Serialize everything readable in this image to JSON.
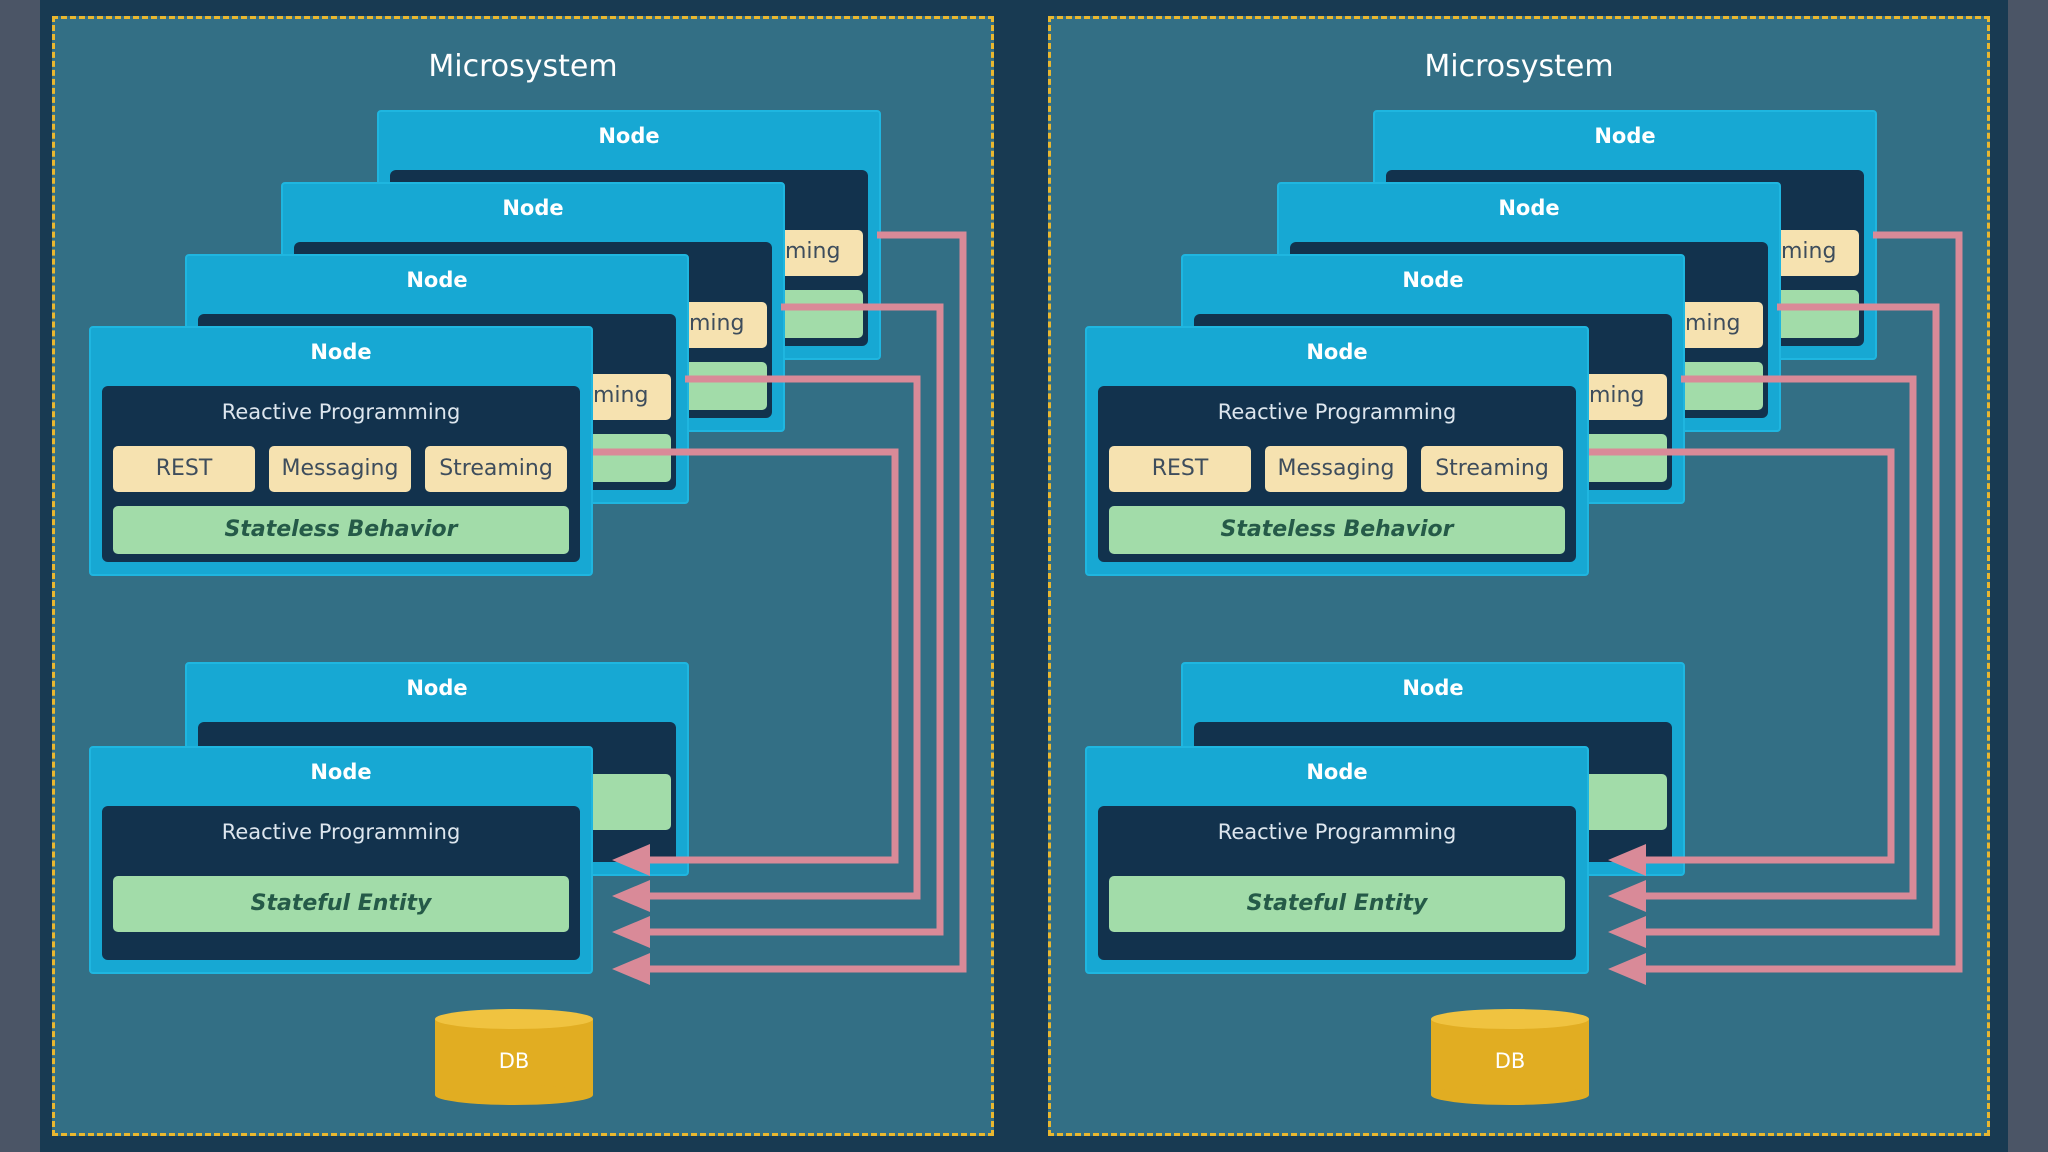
{
  "panels": [
    {
      "title": "Microsystem",
      "stateless_nodes": [
        {
          "title": "Node",
          "partial_label": "ming"
        },
        {
          "title": "Node",
          "partial_label": "ming"
        },
        {
          "title": "Node",
          "partial_label": "ming"
        },
        {
          "title": "Node",
          "subtitle": "Reactive Programming",
          "chips": [
            "REST",
            "Messaging",
            "Streaming"
          ],
          "behavior": "Stateless Behavior"
        }
      ],
      "stateful_nodes": [
        {
          "title": "Node"
        },
        {
          "title": "Node",
          "subtitle": "Reactive Programming",
          "entity": "Stateful Entity"
        }
      ],
      "db_label": "DB"
    },
    {
      "title": "Microsystem",
      "stateless_nodes": [
        {
          "title": "Node",
          "partial_label": "ming"
        },
        {
          "title": "Node",
          "partial_label": "ming"
        },
        {
          "title": "Node",
          "partial_label": "ming"
        },
        {
          "title": "Node",
          "subtitle": "Reactive Programming",
          "chips": [
            "REST",
            "Messaging",
            "Streaming"
          ],
          "behavior": "Stateless Behavior"
        }
      ],
      "stateful_nodes": [
        {
          "title": "Node"
        },
        {
          "title": "Node",
          "subtitle": "Reactive Programming",
          "entity": "Stateful Entity"
        }
      ],
      "db_label": "DB"
    }
  ],
  "colors": {
    "background": "#183a52",
    "panel": "#336f85",
    "panel_border": "#e9b72f",
    "node": "#17a8d3",
    "node_inner": "#12324d",
    "chip": "#f6e2b0",
    "behavior": "#a2dca9",
    "arrow": "#d98a98",
    "db": "#e1ad22"
  }
}
